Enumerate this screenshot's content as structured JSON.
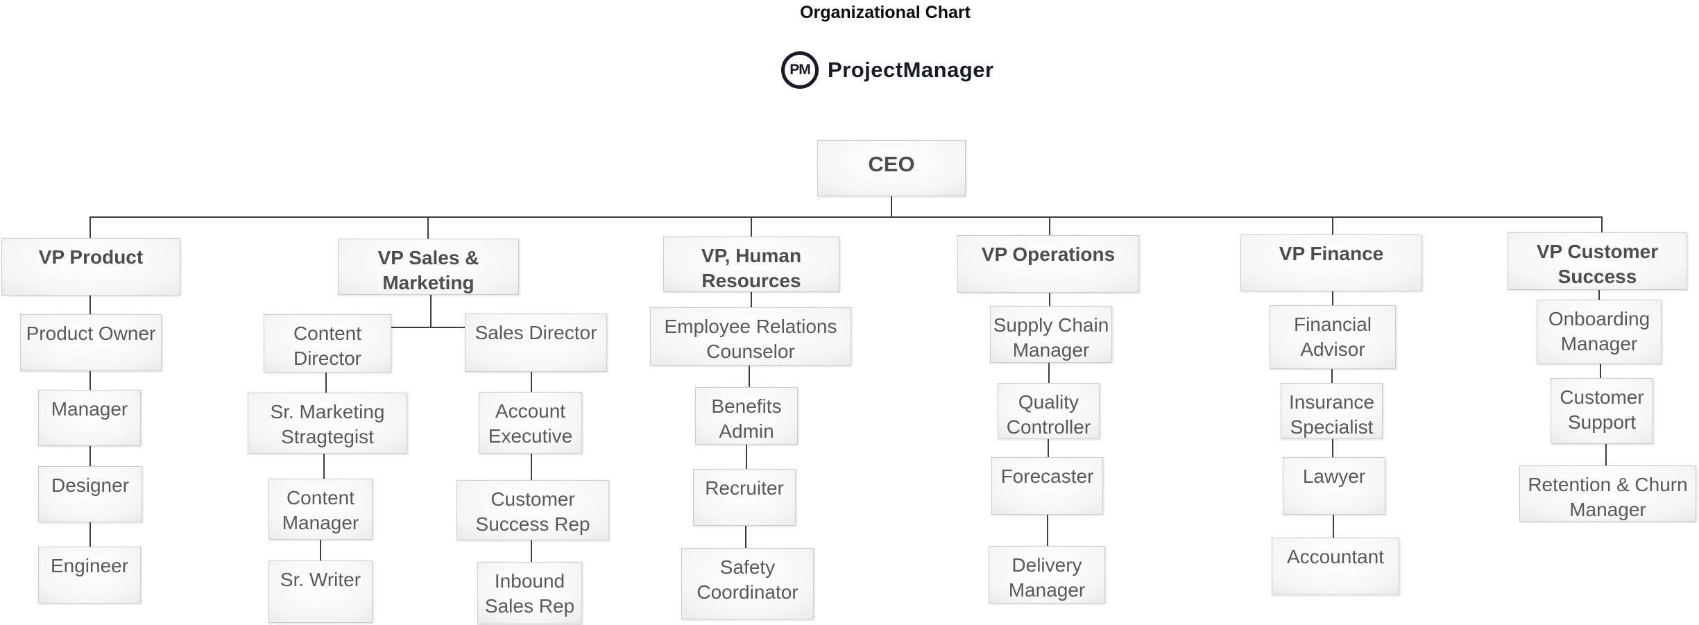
{
  "title": "Organizational Chart",
  "brand": {
    "monogram": "PM",
    "name": "ProjectManager",
    "ink_color": "#171c28"
  },
  "colors": {
    "background": "#ffffff",
    "box_fill_light": "#ffffff",
    "box_fill_dark": "#c7c7c7",
    "box_border": "#cdcdcd",
    "box_text": "#595959",
    "vp_text": "#4d4d4d",
    "connector_line": "#3d3d3d"
  },
  "org": {
    "ceo": "CEO",
    "branches": [
      {
        "vp": "VP Product",
        "reports": [
          "Product Owner",
          "Manager",
          "Designer",
          "Engineer"
        ]
      },
      {
        "vp": "VP Sales &\nMarketing",
        "teams": [
          {
            "lead": "Content\nDirector",
            "reports": [
              "Sr. Marketing\nStragtegist",
              "Content\nManager",
              "Sr. Writer"
            ]
          },
          {
            "lead": "Sales Director",
            "reports": [
              "Account\nExecutive",
              "Customer\nSuccess Rep",
              "Inbound\nSales Rep"
            ]
          }
        ]
      },
      {
        "vp": "VP, Human\nResources",
        "reports": [
          "Employee Relations\nCounselor",
          "Benefits\nAdmin",
          "Recruiter",
          "Safety\nCoordinator"
        ]
      },
      {
        "vp": "VP Operations",
        "reports": [
          "Supply Chain\nManager",
          "Quality\nController",
          "Forecaster",
          "Delivery\nManager"
        ]
      },
      {
        "vp": "VP Finance",
        "reports": [
          "Financial\nAdvisor",
          "Insurance\nSpecialist",
          "Lawyer",
          "Accountant"
        ]
      },
      {
        "vp": "VP Customer\nSuccess",
        "reports": [
          "Onboarding\nManager",
          "Customer\nSupport",
          "Retention & Churn\nManager"
        ]
      }
    ]
  }
}
